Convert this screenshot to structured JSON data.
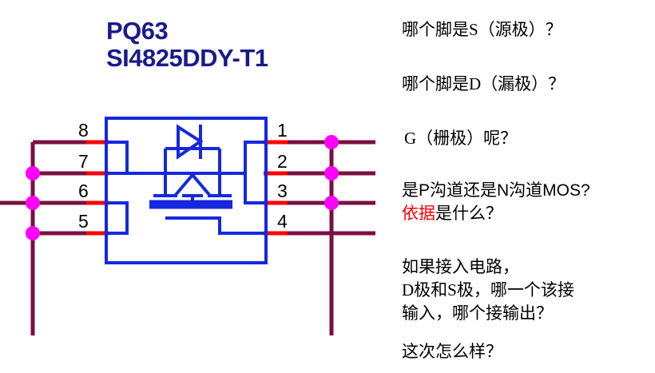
{
  "part": {
    "designator": "PQ63",
    "part_number": "SI4825DDY-T1"
  },
  "schematic": {
    "package_pins_left": [
      "8",
      "7",
      "6",
      "5"
    ],
    "package_pins_right": [
      "1",
      "2",
      "3",
      "4"
    ],
    "colors": {
      "symbol_blue": "#1528e0",
      "net_dark_red": "#7a1040",
      "pin_red": "#ff0000",
      "junction_magenta": "#ff00ff",
      "label_navy": "#1a1a8c"
    },
    "symbol_type": "mosfet-with-body-diode",
    "junction_dots_left_pins": [
      "7",
      "6",
      "5"
    ],
    "junction_dots_right_pins": [
      "1",
      "2",
      "3"
    ]
  },
  "questions": [
    {
      "text": "哪个脚是S（源极）？",
      "color": "#000000"
    },
    {
      "text": "哪个脚是D（漏极）？",
      "color": "#000000"
    },
    {
      "text": "G（栅极）呢？",
      "color": "#000000"
    },
    {
      "text": "是P沟道还是N沟道MOS?",
      "color": "#000000"
    },
    {
      "text_red": "依据",
      "text": "是什么？",
      "color": "#000000"
    },
    {
      "text": "如果接入电路，",
      "color": "#000000"
    },
    {
      "text": "D极和S极，哪一个该接",
      "color": "#000000"
    },
    {
      "text": "输入，哪个接输出？",
      "color": "#000000"
    },
    {
      "text": "这次怎么样？",
      "color": "#000000"
    }
  ]
}
